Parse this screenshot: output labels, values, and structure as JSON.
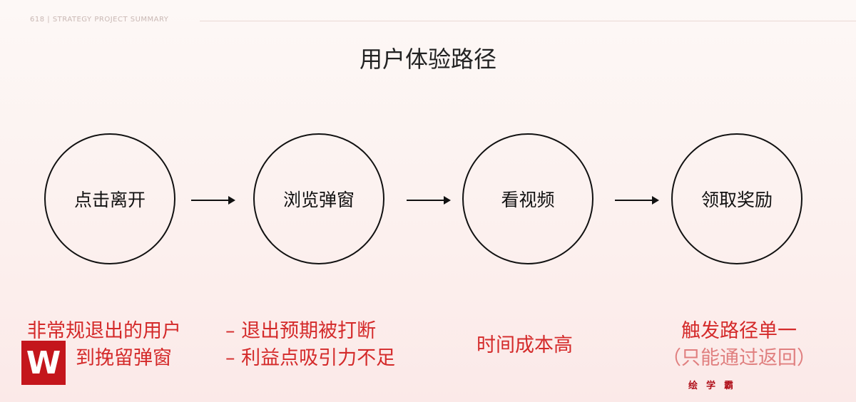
{
  "header": {
    "label": "618  |  STRATEGY PROJECT SUMMARY"
  },
  "title": "用户体验路径",
  "steps": [
    {
      "label": "点击离开"
    },
    {
      "label": "浏览弹窗"
    },
    {
      "label": "看视频"
    },
    {
      "label": "领取奖励"
    }
  ],
  "notes": {
    "step1": [
      "非常规退出的用户",
      "到挽留弹窗"
    ],
    "step2": [
      "– 退出预期被打断",
      "– 利益点吸引力不足"
    ],
    "step3": [
      "时间成本高"
    ],
    "step4": [
      "触发路径单一",
      "（只能通过返回）"
    ]
  },
  "watermark": {
    "logo": "W",
    "text": "绘学霸"
  },
  "colors": {
    "accent": "#d42a2a"
  }
}
